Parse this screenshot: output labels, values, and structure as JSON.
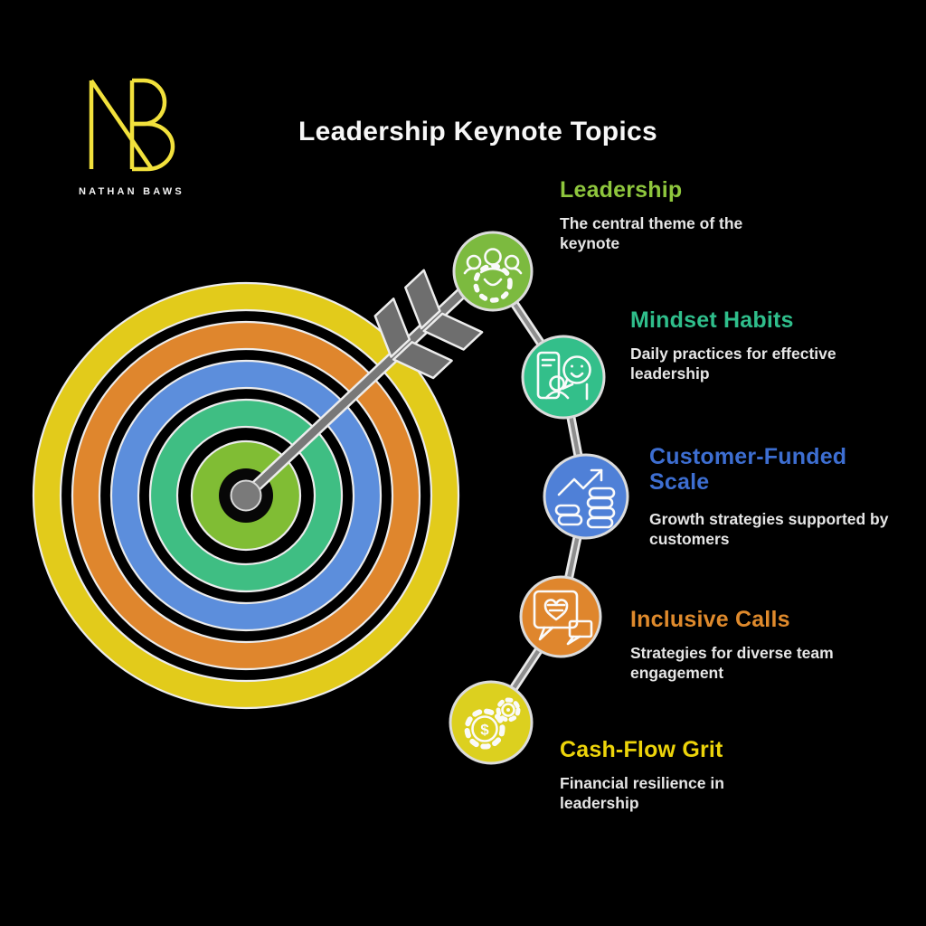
{
  "brand": {
    "monogram": "NB",
    "name": "NATHAN BAWS"
  },
  "header": {
    "title": "Leadership Keynote Topics"
  },
  "topics": [
    {
      "id": "leadership",
      "title": "Leadership",
      "description": "The central theme of the keynote",
      "color": "#8EC63D",
      "circle_color": "#7CBA3F",
      "icon": "team-gear-icon"
    },
    {
      "id": "mindset-habits",
      "title": "Mindset Habits",
      "description": "Daily practices for effective leadership",
      "color": "#2FBE8B",
      "circle_color": "#33BF8A",
      "icon": "phone-person-chat-icon"
    },
    {
      "id": "customer-funded-scale",
      "title": "Customer-Funded Scale",
      "description": "Growth strategies supported by customers",
      "color": "#3D6ED1",
      "circle_color": "#4F80D7",
      "icon": "growth-chart-coins-icon"
    },
    {
      "id": "inclusive-calls",
      "title": "Inclusive Calls",
      "description": "Strategies for diverse team engagement",
      "color": "#DF8A2C",
      "circle_color": "#DF862D",
      "icon": "chat-heart-icon"
    },
    {
      "id": "cash-flow-grit",
      "title": "Cash-Flow Grit",
      "description": "Financial resilience in leadership",
      "color": "#EDD40A",
      "circle_color": "#DCD01F",
      "icon": "gears-dollar-icon"
    }
  ],
  "target": {
    "rings": [
      "#E2CB1B",
      "#DF862D",
      "#5C8EDC",
      "#3FBE83",
      "#80BD34"
    ],
    "center_dot_color": "#7A7A7A",
    "arrow_color": "#787878",
    "fletching_color": "#6E6E6E"
  },
  "icons": {
    "dollar_glyph": "$"
  },
  "colors": {
    "background": "#000000",
    "title_text": "#F7F7F7",
    "description_text": "#E6E6E6",
    "logo_yellow": "#F2E13C",
    "connector": "#8E8E8E",
    "outline_white": "#ECECEC"
  }
}
